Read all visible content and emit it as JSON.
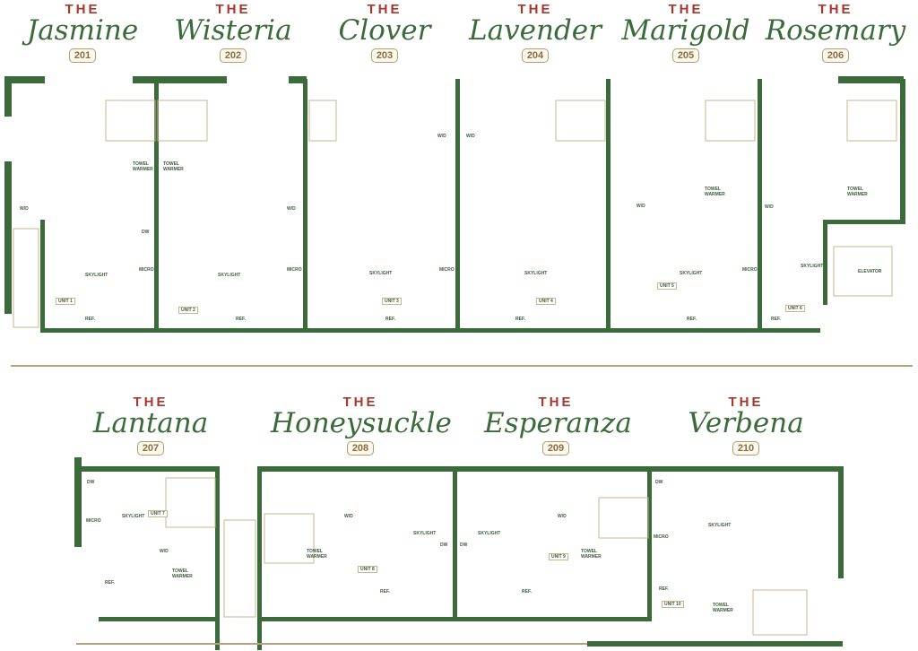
{
  "prefix": "THE",
  "units": [
    {
      "name": "Jasmine",
      "number": "201",
      "unit": "UNIT 1"
    },
    {
      "name": "Wisteria",
      "number": "202",
      "unit": "UNIT 2"
    },
    {
      "name": "Clover",
      "number": "203",
      "unit": "UNIT 3"
    },
    {
      "name": "Lavender",
      "number": "204",
      "unit": "UNIT 4"
    },
    {
      "name": "Marigold",
      "number": "205",
      "unit": "UNIT 5"
    },
    {
      "name": "Rosemary",
      "number": "206",
      "unit": "UNIT 6"
    },
    {
      "name": "Lantana",
      "number": "207",
      "unit": "UNIT 7"
    },
    {
      "name": "Honeysuckle",
      "number": "208",
      "unit": "UNIT 8"
    },
    {
      "name": "Esperanza",
      "number": "209",
      "unit": "UNIT 9"
    },
    {
      "name": "Verbena",
      "number": "210",
      "unit": "UNIT 10"
    }
  ],
  "labels": {
    "skylight": "SKYLIGHT",
    "dw": "DW",
    "micro": "MICRO",
    "ref": "REF.",
    "wd": "W/D",
    "towel": "TOWEL WARMER",
    "elevator": "ELEVATOR"
  },
  "colors": {
    "wall": "#3b6b3b",
    "fixture": "#c9b58e",
    "title": "#3b6b3b",
    "the": "#a8372e"
  }
}
